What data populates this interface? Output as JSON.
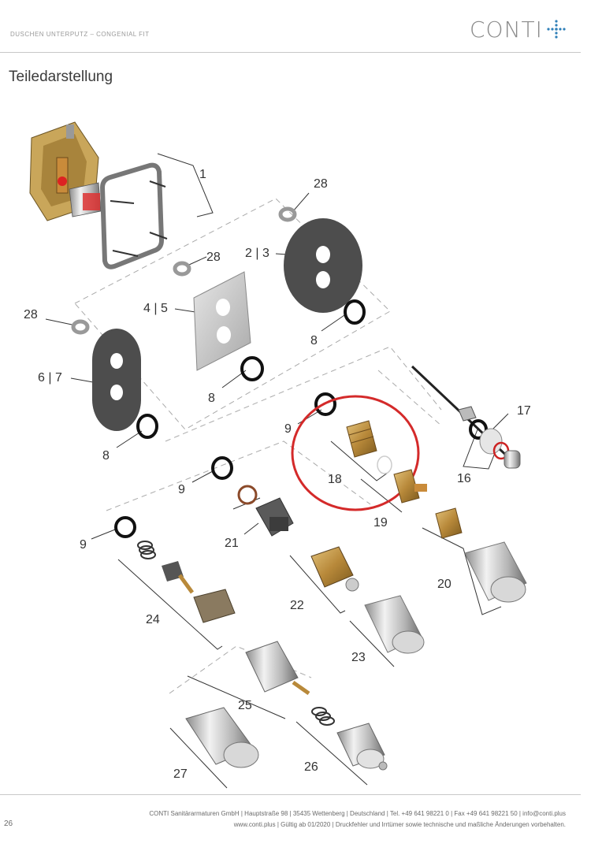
{
  "header": {
    "label": "DUSCHEN UNTERPUTZ – CONGENIAL FIT",
    "logo_text": "CONTI"
  },
  "section_title": "Teiledarstellung",
  "callouts": {
    "c1": "1",
    "c28a": "28",
    "c23": "2 | 3",
    "c28b": "28",
    "c45": "4 | 5",
    "c28c": "28",
    "c67": "6 | 7",
    "c8a": "8",
    "c8b": "8",
    "c8c": "8",
    "c9a": "9",
    "c17": "17",
    "c16": "16",
    "c18": "18",
    "c19": "19",
    "c9b": "9",
    "c21": "21",
    "c9c": "9",
    "c20": "20",
    "c22": "22",
    "c24": "24",
    "c23b": "23",
    "c25": "25",
    "c27": "27",
    "c26": "26"
  },
  "highlight_color": "#d42a2a",
  "footer": {
    "line1": "CONTI Sanitärarmaturen GmbH | Hauptstraße 98 | 35435 Wettenberg | Deutschland | Tel. +49 641 98221 0 | Fax +49 641 98221 50 | info@conti.plus",
    "line2": "www.conti.plus | Gültig ab 01/2020 | Druckfehler und Irrtümer sowie technische und maßliche Änderungen vorbehalten.",
    "page_number": "26"
  }
}
